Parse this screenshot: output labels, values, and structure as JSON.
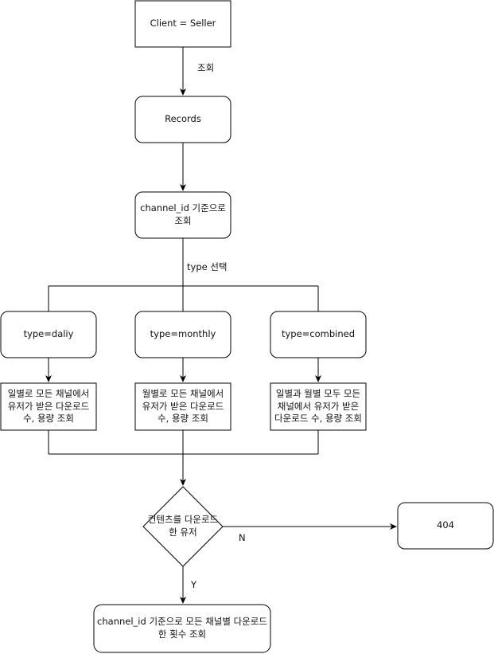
{
  "nodes": {
    "client": "Client = Seller",
    "records": "Records",
    "channel_query": "channel_id 기준으로 조회",
    "type_daily": "type=daliy",
    "type_monthly": "type=monthly",
    "type_combined": "type=combined",
    "daily_desc": "일별로 모든 채널에서 유저가 받은 다운로드 수, 용량 조회",
    "monthly_desc": "월별로 모든 채널에서 유저가 받은 다운로드 수, 용량 조회",
    "combined_desc": "일별과 월별 모두 모든 채널에서 유저가 받은 다운로드 수, 용량 조회",
    "decision": "컨텐츠를 다운로드 한 유저",
    "not_found": "404",
    "result": "channel_id 기준으로 모든 채널별 다운로드 한 횟수 조회"
  },
  "edge_labels": {
    "query": "조회",
    "type_select": "type 선택",
    "no": "N",
    "yes": "Y"
  }
}
